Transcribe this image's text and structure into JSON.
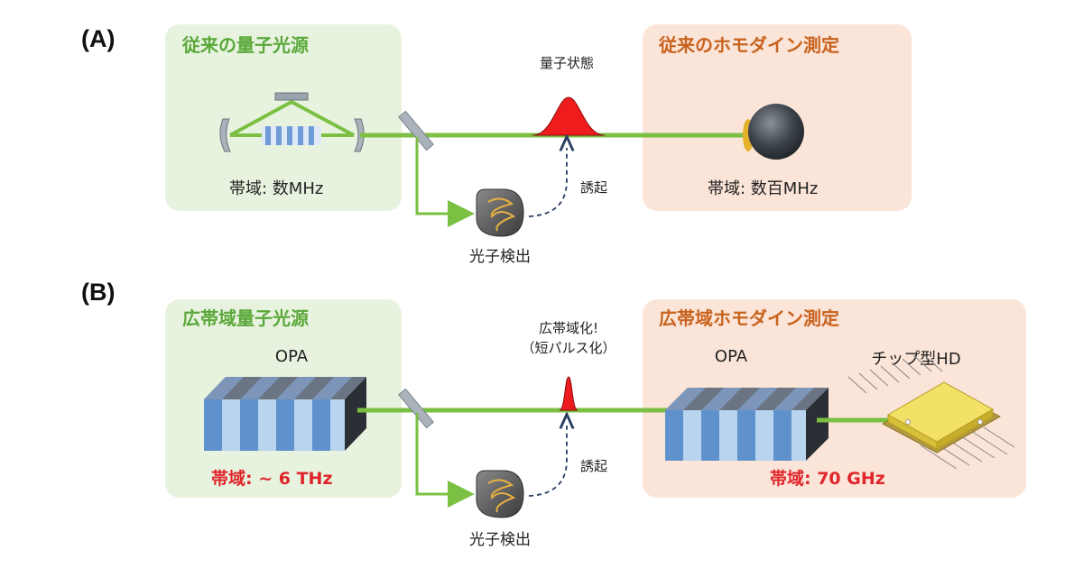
{
  "colors": {
    "green_panel": "#e8f3df",
    "orange_panel": "#fbe4d8",
    "beam": "#7bc043",
    "pulse": "#ee1c1c",
    "title_green": "#5aa83a",
    "title_orange": "#c8631e",
    "band_red": "#e0262b"
  },
  "panel_a": {
    "label": "(A)",
    "source_title": "従来の量子光源",
    "source_band": "帯域: 数MHz",
    "state_label": "量子状態",
    "trigger_label": "誘起",
    "detector_label": "光子検出",
    "homodyne_title": "従来のホモダイン測定",
    "homodyne_band": "帯域: 数百MHz"
  },
  "panel_b": {
    "label": "(B)",
    "source_title": "広帯域量子光源",
    "source_opa": "OPA",
    "source_band": "帯域: ~ 6 THz",
    "state_label_1": "広帯域化!",
    "state_label_2": "（短パルス化）",
    "trigger_label": "誘起",
    "detector_label": "光子検出",
    "homodyne_title": "広帯域ホモダイン測定",
    "homodyne_opa": "OPA",
    "chip_label": "チップ型HD",
    "homodyne_band": "帯域: 70 GHz"
  }
}
